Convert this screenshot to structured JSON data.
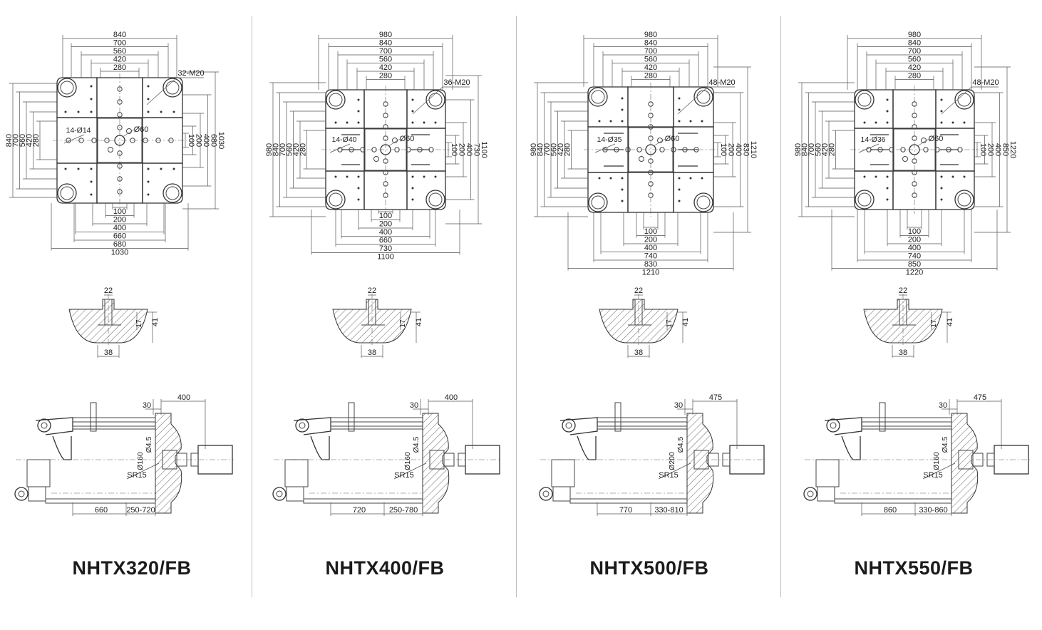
{
  "panels": [
    {
      "model": "NHTX320/FB",
      "platen": {
        "top_dims": [
          "840",
          "700",
          "560",
          "420",
          "280"
        ],
        "left_dims": [
          "840",
          "700",
          "560",
          "420",
          "280"
        ],
        "right_dims": [
          "100",
          "200",
          "400",
          "680",
          "1030"
        ],
        "bottom_dims": [
          "100",
          "200",
          "400",
          "660",
          "680",
          "1030"
        ],
        "thread_label": "32-M20",
        "hole_label": "14-Ø14",
        "center_label": "Ø60"
      },
      "nozzle": {
        "top": "22",
        "right_inner": "17",
        "right_outer": "41",
        "bottom": "38"
      },
      "side": {
        "top_small": "30",
        "top_stroke": "400",
        "diam_nozzle": "Ø4.5",
        "diam_ring": "Ø160",
        "sphere": "SR15",
        "bottom_left": "660",
        "bottom_right": "250-720"
      }
    },
    {
      "model": "NHTX400/FB",
      "platen": {
        "top_dims": [
          "980",
          "840",
          "700",
          "560",
          "420",
          "280"
        ],
        "left_dims": [
          "980",
          "840",
          "700",
          "560",
          "420",
          "280"
        ],
        "right_dims": [
          "100",
          "200",
          "400",
          "730",
          "1100"
        ],
        "bottom_dims": [
          "100",
          "200",
          "400",
          "660",
          "730",
          "1100"
        ],
        "thread_label": "36-M20",
        "hole_label": "14-Ø40",
        "center_label": "Ø60"
      },
      "nozzle": {
        "top": "22",
        "right_inner": "17",
        "right_outer": "41",
        "bottom": "38"
      },
      "side": {
        "top_small": "30",
        "top_stroke": "400",
        "diam_nozzle": "Ø4.5",
        "diam_ring": "Ø160",
        "sphere": "SR15",
        "bottom_left": "720",
        "bottom_right": "250-780"
      }
    },
    {
      "model": "NHTX500/FB",
      "platen": {
        "top_dims": [
          "980",
          "840",
          "700",
          "560",
          "420",
          "280"
        ],
        "left_dims": [
          "980",
          "840",
          "700",
          "560",
          "420",
          "280"
        ],
        "right_dims": [
          "100",
          "200",
          "400",
          "830",
          "1210"
        ],
        "bottom_dims": [
          "100",
          "200",
          "400",
          "740",
          "830",
          "1210"
        ],
        "thread_label": "48-M20",
        "hole_label": "14-Ø35",
        "center_label": "Ø60"
      },
      "nozzle": {
        "top": "22",
        "right_inner": "17",
        "right_outer": "41",
        "bottom": "38"
      },
      "side": {
        "top_small": "30",
        "top_stroke": "475",
        "diam_nozzle": "Ø4.5",
        "diam_ring": "Ø200",
        "sphere": "SR15",
        "bottom_left": "770",
        "bottom_right": "330-810"
      }
    },
    {
      "model": "NHTX550/FB",
      "platen": {
        "top_dims": [
          "980",
          "840",
          "700",
          "560",
          "420",
          "280"
        ],
        "left_dims": [
          "980",
          "840",
          "700",
          "560",
          "420",
          "280"
        ],
        "right_dims": [
          "100",
          "200",
          "400",
          "850",
          "1220"
        ],
        "bottom_dims": [
          "100",
          "200",
          "400",
          "740",
          "850",
          "1220"
        ],
        "thread_label": "48-M20",
        "hole_label": "14-Ø36",
        "center_label": "Ø60"
      },
      "nozzle": {
        "top": "22",
        "right_inner": "17",
        "right_outer": "41",
        "bottom": "38"
      },
      "side": {
        "top_small": "30",
        "top_stroke": "475",
        "diam_nozzle": "Ø4.5",
        "diam_ring": "Ø160",
        "sphere": "SR15",
        "bottom_left": "860",
        "bottom_right": "330-860"
      }
    }
  ]
}
